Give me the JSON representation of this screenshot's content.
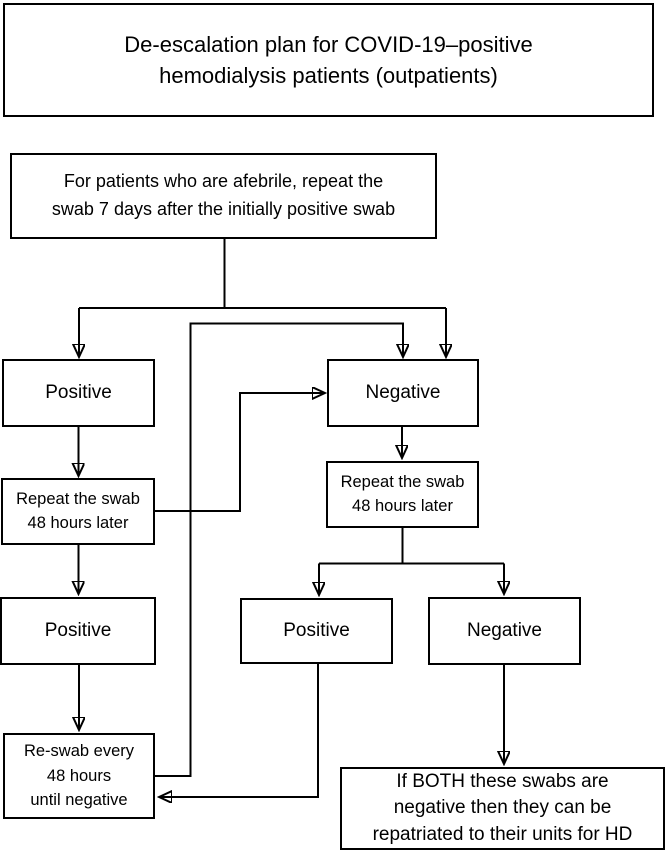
{
  "diagram": {
    "background_color": "#ffffff",
    "line_color": "#000000",
    "text_color": "#000000",
    "title": {
      "lines": [
        "De-escalation plan for COVID-19–positive",
        "hemodialysis patients (outpatients)"
      ]
    },
    "nodes": {
      "initial": {
        "lines": [
          "For patients who are afebrile, repeat the",
          "swab 7 days after the initially positive swab"
        ]
      },
      "positive1": {
        "label": "Positive"
      },
      "negative1": {
        "label": "Negative"
      },
      "repeat_left": {
        "lines": [
          "Repeat the swab",
          "48 hours later"
        ]
      },
      "repeat_right": {
        "lines": [
          "Repeat the swab",
          "48 hours later"
        ]
      },
      "positive2": {
        "label": "Positive"
      },
      "positive_mid": {
        "label": "Positive"
      },
      "negative_mid": {
        "label": "Negative"
      },
      "reswab": {
        "lines": [
          "Re-swab every",
          "48 hours",
          "until negative"
        ]
      },
      "repatriate": {
        "lines": [
          "If BOTH these swabs are",
          "negative then they can be",
          "repatriated to their units for HD"
        ]
      }
    }
  }
}
